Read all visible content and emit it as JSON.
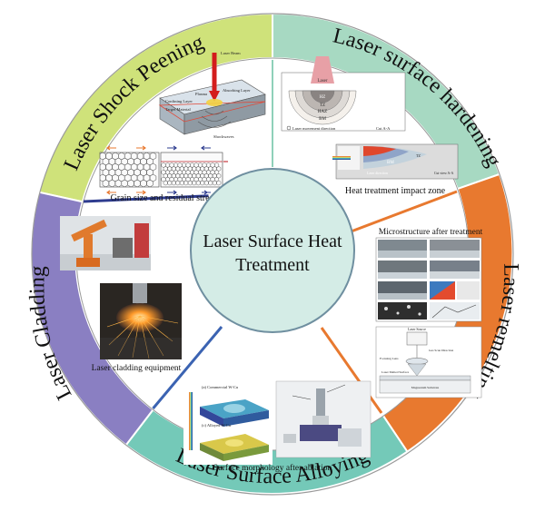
{
  "center": {
    "line1": "Laser Surface Heat",
    "line2": "Treatment"
  },
  "sectors": [
    {
      "title": "Laser Shock Peening",
      "color": "#cfe27a",
      "caption": "Grain size and residual stress",
      "figure_labels": [
        "Laser Beam",
        "Plasma",
        "Absorbing Layer",
        "Confining Layer",
        "Target Material",
        "Shockwaves"
      ]
    },
    {
      "title": "Laser surface hardening",
      "color": "#a7d9c2",
      "caption": "Heat treatment impact zone",
      "figure_labels": [
        "Laser",
        "HZ",
        "TZ",
        "HAZ",
        "BM",
        "Laser movement direction",
        "Cut A-A",
        "Laser direction",
        "Cut view A-A"
      ]
    },
    {
      "title": "Laser remelting",
      "color": "#e8792f",
      "caption": "Microstructure after treatment",
      "figure_labels": [
        "Laser Source",
        "Focusing Lens",
        "Gas Scan Direction",
        "Laser Melted Surface",
        "Magnesium Substrate"
      ]
    },
    {
      "title": "Laser Surface Alloying",
      "color": "#74c9b8",
      "caption": "Surface morphology after ablation",
      "figure_labels": [
        "(a) Commercial W-Cu",
        "(c) Alloyed W-Cu"
      ]
    },
    {
      "title": "Laser Cladding",
      "color": "#8a7fc2",
      "caption": "Laser cladding equipment",
      "figure_labels": []
    }
  ],
  "colors": {
    "ring_border": "#9a9a9a",
    "divider_lsp": "#2e3c8f",
    "divider_lsh": "#8fd0b9",
    "divider_remelt": "#e8792f",
    "divider_alloy": "#3b63b2",
    "divider_clad": "#2e3c8f",
    "center_fill": "#d4ece6",
    "center_stroke": "#6f8fa0"
  }
}
